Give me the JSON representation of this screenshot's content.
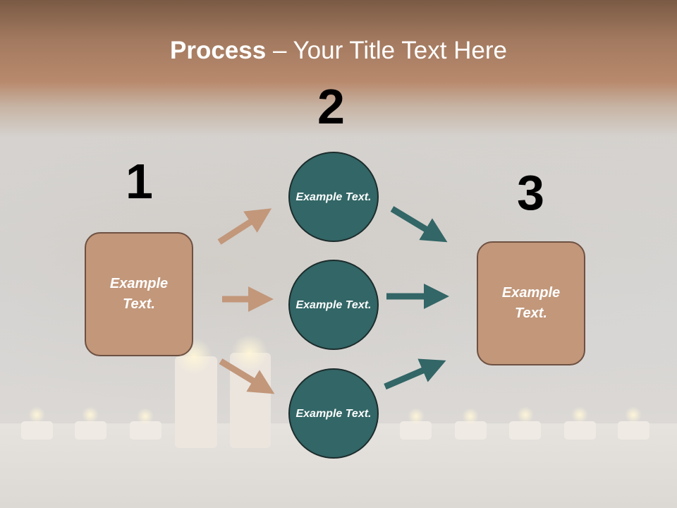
{
  "slide": {
    "title_bold": "Process",
    "title_rest": " – Your Title Text Here"
  },
  "steps": [
    {
      "number": "1"
    },
    {
      "number": "2"
    },
    {
      "number": "3"
    }
  ],
  "left_box": {
    "label": "Example Text."
  },
  "circles": [
    {
      "label": "Example Text."
    },
    {
      "label": "Example Text."
    },
    {
      "label": "Example Text."
    }
  ],
  "right_box": {
    "label": "Example Text."
  },
  "colors": {
    "box_fill": "#c2977a",
    "box_border": "#6e5142",
    "circle_fill": "#336666",
    "circle_border": "#1c2c2c",
    "arrow_tan": "#c2977a",
    "arrow_teal": "#336666",
    "title_band": "#b8896c"
  }
}
